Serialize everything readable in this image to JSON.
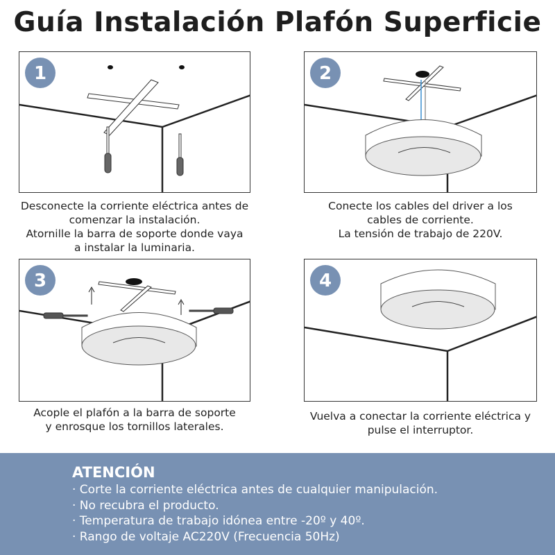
{
  "title": "Guía Instalación Plafón Superficie",
  "accent": "#7891b3",
  "steps": [
    {
      "number": "1",
      "lines": [
        "Desconecte la corriente eléctrica antes de",
        "comenzar la instalación.",
        "Atornille la barra de soporte donde vaya",
        "a instalar la luminaria."
      ]
    },
    {
      "number": "2",
      "lines": [
        "Conecte los cables del driver a los",
        "cables de corriente.",
        "La tensión de trabajo de 220V."
      ]
    },
    {
      "number": "3",
      "lines": [
        "Acople el plafón a la barra de soporte",
        "y enrosque los tornillos laterales."
      ]
    },
    {
      "number": "4",
      "lines": [
        "Vuelva a conectar la corriente eléctrica y",
        "pulse el interruptor."
      ]
    }
  ],
  "attention": {
    "heading": "ATENCIÓN",
    "items": [
      "· Corte la corriente eléctrica antes de cualquier manipulación.",
      "· No recubra el producto.",
      "· Temperatura de trabajo idónea entre -20º y 40º.",
      "· Rango de voltaje AC220V (Frecuencia 50Hz)"
    ]
  }
}
